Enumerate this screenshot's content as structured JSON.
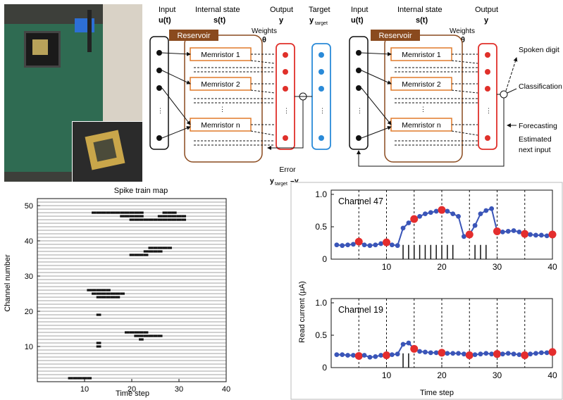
{
  "diagram": {
    "left": {
      "input_label": "Input",
      "input_symbol": "u(t)",
      "state_label": "Internal state",
      "state_symbol": "s(t)",
      "output_label": "Output",
      "output_symbol": "y",
      "target_label": "Target",
      "target_symbol": "y",
      "target_sub": "target",
      "weights_label": "Weights",
      "theta": "θ",
      "reservoir_label": "Reservoir",
      "memristors": [
        "Memristor 1",
        "Memristor 2",
        "Memristor n"
      ],
      "error_label": "Error",
      "error_formula_a": "y",
      "error_formula_sub": "target",
      "error_formula_b": "–y",
      "minus_sign": "⊖"
    },
    "right": {
      "input_label": "Input",
      "input_symbol": "u(t)",
      "state_label": "Internal state",
      "state_symbol": "s(t)",
      "output_label": "Output",
      "output_symbol": "y",
      "weights_label": "Weights",
      "theta": "θ",
      "reservoir_label": "Reservoir",
      "memristors": [
        "Memristor 1",
        "Memristor 2",
        "Memristor n"
      ],
      "outputs_text": [
        "Spoken digit",
        "Classification",
        "Forecasting",
        "Estimated",
        "next input"
      ]
    }
  },
  "colors": {
    "reservoir_box": "#8a4a1e",
    "memristor_border": "#e07a2a",
    "output_border": "#e0302a",
    "output_dot": "#e0302a",
    "target_border": "#2a8ad8",
    "target_dot": "#2a8ad8",
    "series_dot": "#3a55b8",
    "highlight_dot": "#e42d2d"
  },
  "spike_map": {
    "title": "Spike train map",
    "xlabel": "Time step",
    "ylabel": "Channel number",
    "xticks": [
      "10",
      "20",
      "30",
      "40"
    ],
    "yticks": [
      "10",
      "20",
      "30",
      "40",
      "50"
    ]
  },
  "chart_data": [
    {
      "type": "scatter",
      "title": "Spike train map",
      "xlabel": "Time step",
      "ylabel": "Channel number",
      "xlim": [
        0,
        40
      ],
      "ylim": [
        0,
        52
      ],
      "series": [],
      "spike_groups": [
        {
          "channel": 1,
          "times": [
            7,
            8,
            9,
            10,
            11
          ]
        },
        {
          "channel": 10,
          "times": [
            13
          ]
        },
        {
          "channel": 11,
          "times": [
            13
          ]
        },
        {
          "channel": 12,
          "times": [
            22
          ]
        },
        {
          "channel": 13,
          "times": [
            21,
            22,
            23,
            24,
            25,
            26
          ]
        },
        {
          "channel": 14,
          "times": [
            19,
            20,
            21,
            22,
            23
          ]
        },
        {
          "channel": 19,
          "times": [
            13
          ]
        },
        {
          "channel": 24,
          "times": [
            13,
            14,
            15,
            16,
            17
          ]
        },
        {
          "channel": 25,
          "times": [
            12,
            13,
            14,
            15,
            16,
            17,
            18
          ]
        },
        {
          "channel": 26,
          "times": [
            11,
            12,
            13,
            14,
            15
          ]
        },
        {
          "channel": 36,
          "times": [
            20,
            21,
            22,
            23
          ]
        },
        {
          "channel": 37,
          "times": [
            23,
            24,
            25,
            26
          ]
        },
        {
          "channel": 38,
          "times": [
            24,
            25,
            26,
            27,
            28
          ]
        },
        {
          "channel": 46,
          "times": [
            20,
            21,
            22,
            23,
            24,
            25,
            26,
            27,
            28,
            29,
            30,
            31
          ]
        },
        {
          "channel": 47,
          "times": [
            18,
            19,
            20,
            21,
            22,
            26,
            27,
            28,
            29,
            30,
            31
          ]
        },
        {
          "channel": 48,
          "times": [
            12,
            13,
            14,
            15,
            16,
            17,
            18,
            19,
            20,
            21,
            22,
            27,
            28,
            29
          ]
        }
      ]
    },
    {
      "type": "scatter",
      "title": "Channel 47",
      "xlabel": "Time step",
      "ylabel": "Read current (µA)",
      "xlim": [
        0,
        40
      ],
      "ylim": [
        0,
        1.0
      ],
      "yticks": [
        "0",
        "0.5",
        "1.0"
      ],
      "xticks": [
        "10",
        "20",
        "30",
        "40"
      ],
      "x": [
        1,
        2,
        3,
        4,
        5,
        6,
        7,
        8,
        9,
        10,
        11,
        12,
        13,
        14,
        15,
        16,
        17,
        18,
        19,
        20,
        21,
        22,
        23,
        24,
        25,
        26,
        27,
        28,
        29,
        30,
        31,
        32,
        33,
        34,
        35,
        36,
        37,
        38,
        39,
        40
      ],
      "values": [
        0.22,
        0.21,
        0.22,
        0.23,
        0.27,
        0.22,
        0.21,
        0.22,
        0.24,
        0.26,
        0.22,
        0.21,
        0.48,
        0.56,
        0.62,
        0.66,
        0.7,
        0.72,
        0.74,
        0.76,
        0.74,
        0.7,
        0.66,
        0.35,
        0.38,
        0.52,
        0.7,
        0.75,
        0.78,
        0.43,
        0.42,
        0.43,
        0.44,
        0.42,
        0.39,
        0.38,
        0.37,
        0.37,
        0.36,
        0.38
      ],
      "highlight_x": [
        5,
        10,
        15,
        20,
        25,
        30,
        35,
        40
      ],
      "stimulus_x": [
        13,
        14,
        15,
        16,
        17,
        18,
        19,
        20,
        21,
        22,
        26,
        27,
        28
      ],
      "vlines_x": [
        5,
        10,
        15,
        20,
        25,
        30,
        35,
        40
      ]
    },
    {
      "type": "scatter",
      "title": "Channel 19",
      "xlabel": "Time step",
      "ylabel": "Read current (µA)",
      "xlim": [
        0,
        40
      ],
      "ylim": [
        0,
        1.0
      ],
      "yticks": [
        "0",
        "0.5",
        "1.0"
      ],
      "xticks": [
        "10",
        "20",
        "30",
        "40"
      ],
      "x": [
        1,
        2,
        3,
        4,
        5,
        6,
        7,
        8,
        9,
        10,
        11,
        12,
        13,
        14,
        15,
        16,
        17,
        18,
        19,
        20,
        21,
        22,
        23,
        24,
        25,
        26,
        27,
        28,
        29,
        30,
        31,
        32,
        33,
        34,
        35,
        36,
        37,
        38,
        39,
        40
      ],
      "values": [
        0.2,
        0.2,
        0.19,
        0.19,
        0.18,
        0.19,
        0.16,
        0.17,
        0.19,
        0.19,
        0.2,
        0.21,
        0.36,
        0.38,
        0.29,
        0.25,
        0.24,
        0.23,
        0.23,
        0.23,
        0.22,
        0.22,
        0.22,
        0.21,
        0.19,
        0.2,
        0.21,
        0.22,
        0.21,
        0.21,
        0.21,
        0.22,
        0.21,
        0.2,
        0.19,
        0.21,
        0.22,
        0.23,
        0.23,
        0.24
      ],
      "highlight_x": [
        5,
        10,
        15,
        20,
        25,
        30,
        35,
        40
      ],
      "stimulus_x": [
        13,
        14
      ],
      "vlines_x": [
        5,
        10,
        15,
        20,
        25,
        30,
        35,
        40
      ]
    }
  ]
}
